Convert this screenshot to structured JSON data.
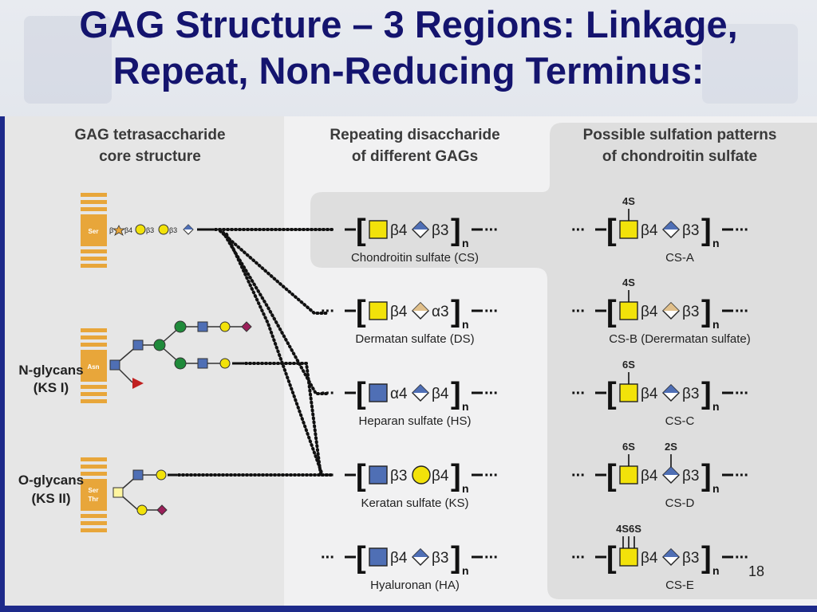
{
  "slide": {
    "title_line1": "GAG Structure – 3 Regions: Linkage,",
    "title_line2": "Repeat, Non-Reducing Terminus:",
    "slide_number": "18"
  },
  "colors": {
    "title": "#14146e",
    "frame": "#1d2a8a",
    "yellow": "#f2e20a",
    "blue": "#4f6fb5",
    "green": "#1f8a3a",
    "tan": "#e0bf8a",
    "orange": "#e8a63a",
    "purple": "#9b1f5a",
    "red": "#c02020",
    "panel_grey": "#dedede"
  },
  "columns": {
    "core_header": [
      "GAG tetrasaccharide",
      "core structure"
    ],
    "repeat_header": [
      "Repeating disaccharide",
      "of different GAGs"
    ],
    "sulfation_header": [
      "Possible sulfation patterns",
      "of chondroitin sulfate"
    ]
  },
  "core": {
    "ser_label": "Ser",
    "linkage_text": [
      "β",
      "β4",
      "β3",
      "β3"
    ],
    "nglycans_label": [
      "N-glycans",
      "(KS I)"
    ],
    "asn_label": "Asn",
    "oglycans_label": [
      "O-glycans",
      "(KS II)"
    ],
    "serthr_label": [
      "Ser",
      "Thr"
    ]
  },
  "repeats": [
    {
      "id": "cs",
      "first": "yellow-square",
      "link1": "β4",
      "second": "diamond-blue",
      "link2": "β3",
      "sub": "n",
      "caption": "Chondroitin sulfate (CS)"
    },
    {
      "id": "ds",
      "first": "yellow-square",
      "link1": "β4",
      "second": "diamond-tan",
      "link2": "α3",
      "sub": "n",
      "caption": "Dermatan sulfate (DS)"
    },
    {
      "id": "hs",
      "first": "blue-square",
      "link1": "α4",
      "second": "diamond-blue",
      "link2": "β4",
      "sub": "n",
      "caption": "Heparan sulfate (HS)"
    },
    {
      "id": "ks",
      "first": "blue-square",
      "link1": "β3",
      "second": "yellow-circle",
      "link2": "β4",
      "sub": "n",
      "caption": "Keratan sulfate (KS)"
    },
    {
      "id": "ha",
      "first": "blue-square",
      "link1": "β4",
      "second": "diamond-blue",
      "link2": "β3",
      "sub": "n",
      "caption": "Hyaluronan (HA)"
    }
  ],
  "sulfation": [
    {
      "id": "cs-a",
      "label1": "4S",
      "label2": "",
      "link1": "β4",
      "link2": "β3",
      "diamond": "blue",
      "sub": "n",
      "caption": "CS-A"
    },
    {
      "id": "cs-b",
      "label1": "4S",
      "label2": "",
      "link1": "β4",
      "link2": "β3",
      "diamond": "tan",
      "sub": "n",
      "caption": "CS-B (Derermatan sulfate)"
    },
    {
      "id": "cs-c",
      "label1": "6S",
      "label2": "",
      "link1": "β4",
      "link2": "β3",
      "diamond": "blue",
      "sub": "n",
      "caption": "CS-C"
    },
    {
      "id": "cs-d",
      "label1": "6S",
      "label2": "2S",
      "link1": "β4",
      "link2": "β3",
      "diamond": "blue",
      "sub": "n",
      "caption": "CS-D"
    },
    {
      "id": "cs-e",
      "label1": "4S6S",
      "label2": "",
      "link1": "β4",
      "link2": "β3",
      "diamond": "blue",
      "sub": "n",
      "caption": "CS-E"
    }
  ]
}
